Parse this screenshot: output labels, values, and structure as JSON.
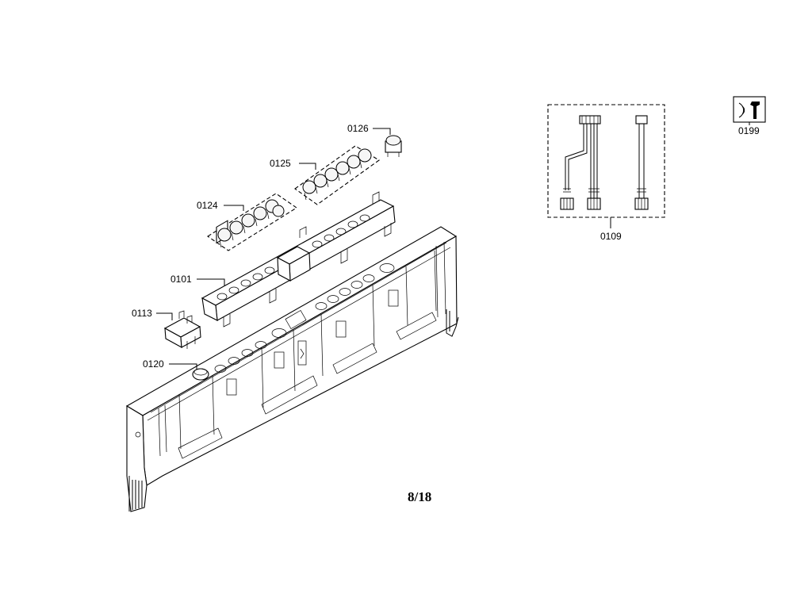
{
  "diagram": {
    "page_number": "8/18",
    "part_labels": {
      "p0101": "0101",
      "p0109": "0109",
      "p0113": "0113",
      "p0120": "0120",
      "p0124": "0124",
      "p0125": "0125",
      "p0126": "0126",
      "p0199": "0199"
    }
  }
}
